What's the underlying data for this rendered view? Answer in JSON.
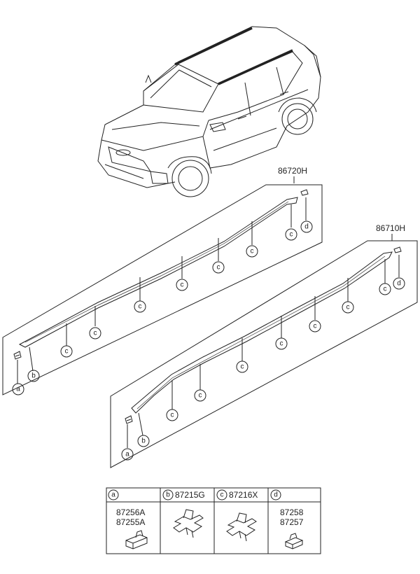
{
  "assemblies": {
    "upper": {
      "part_number": "86720H"
    },
    "lower": {
      "part_number": "86710H"
    }
  },
  "callout_letters": {
    "a": "a",
    "b": "b",
    "c": "c",
    "d": "d"
  },
  "legend": {
    "cells": [
      {
        "letter": "a",
        "code": "",
        "parts": [
          "87256A",
          "87255A"
        ]
      },
      {
        "letter": "b",
        "code": "87215G",
        "parts": []
      },
      {
        "letter": "c",
        "code": "87216X",
        "parts": []
      },
      {
        "letter": "d",
        "code": "",
        "parts": [
          "87258",
          "87257"
        ]
      }
    ]
  }
}
